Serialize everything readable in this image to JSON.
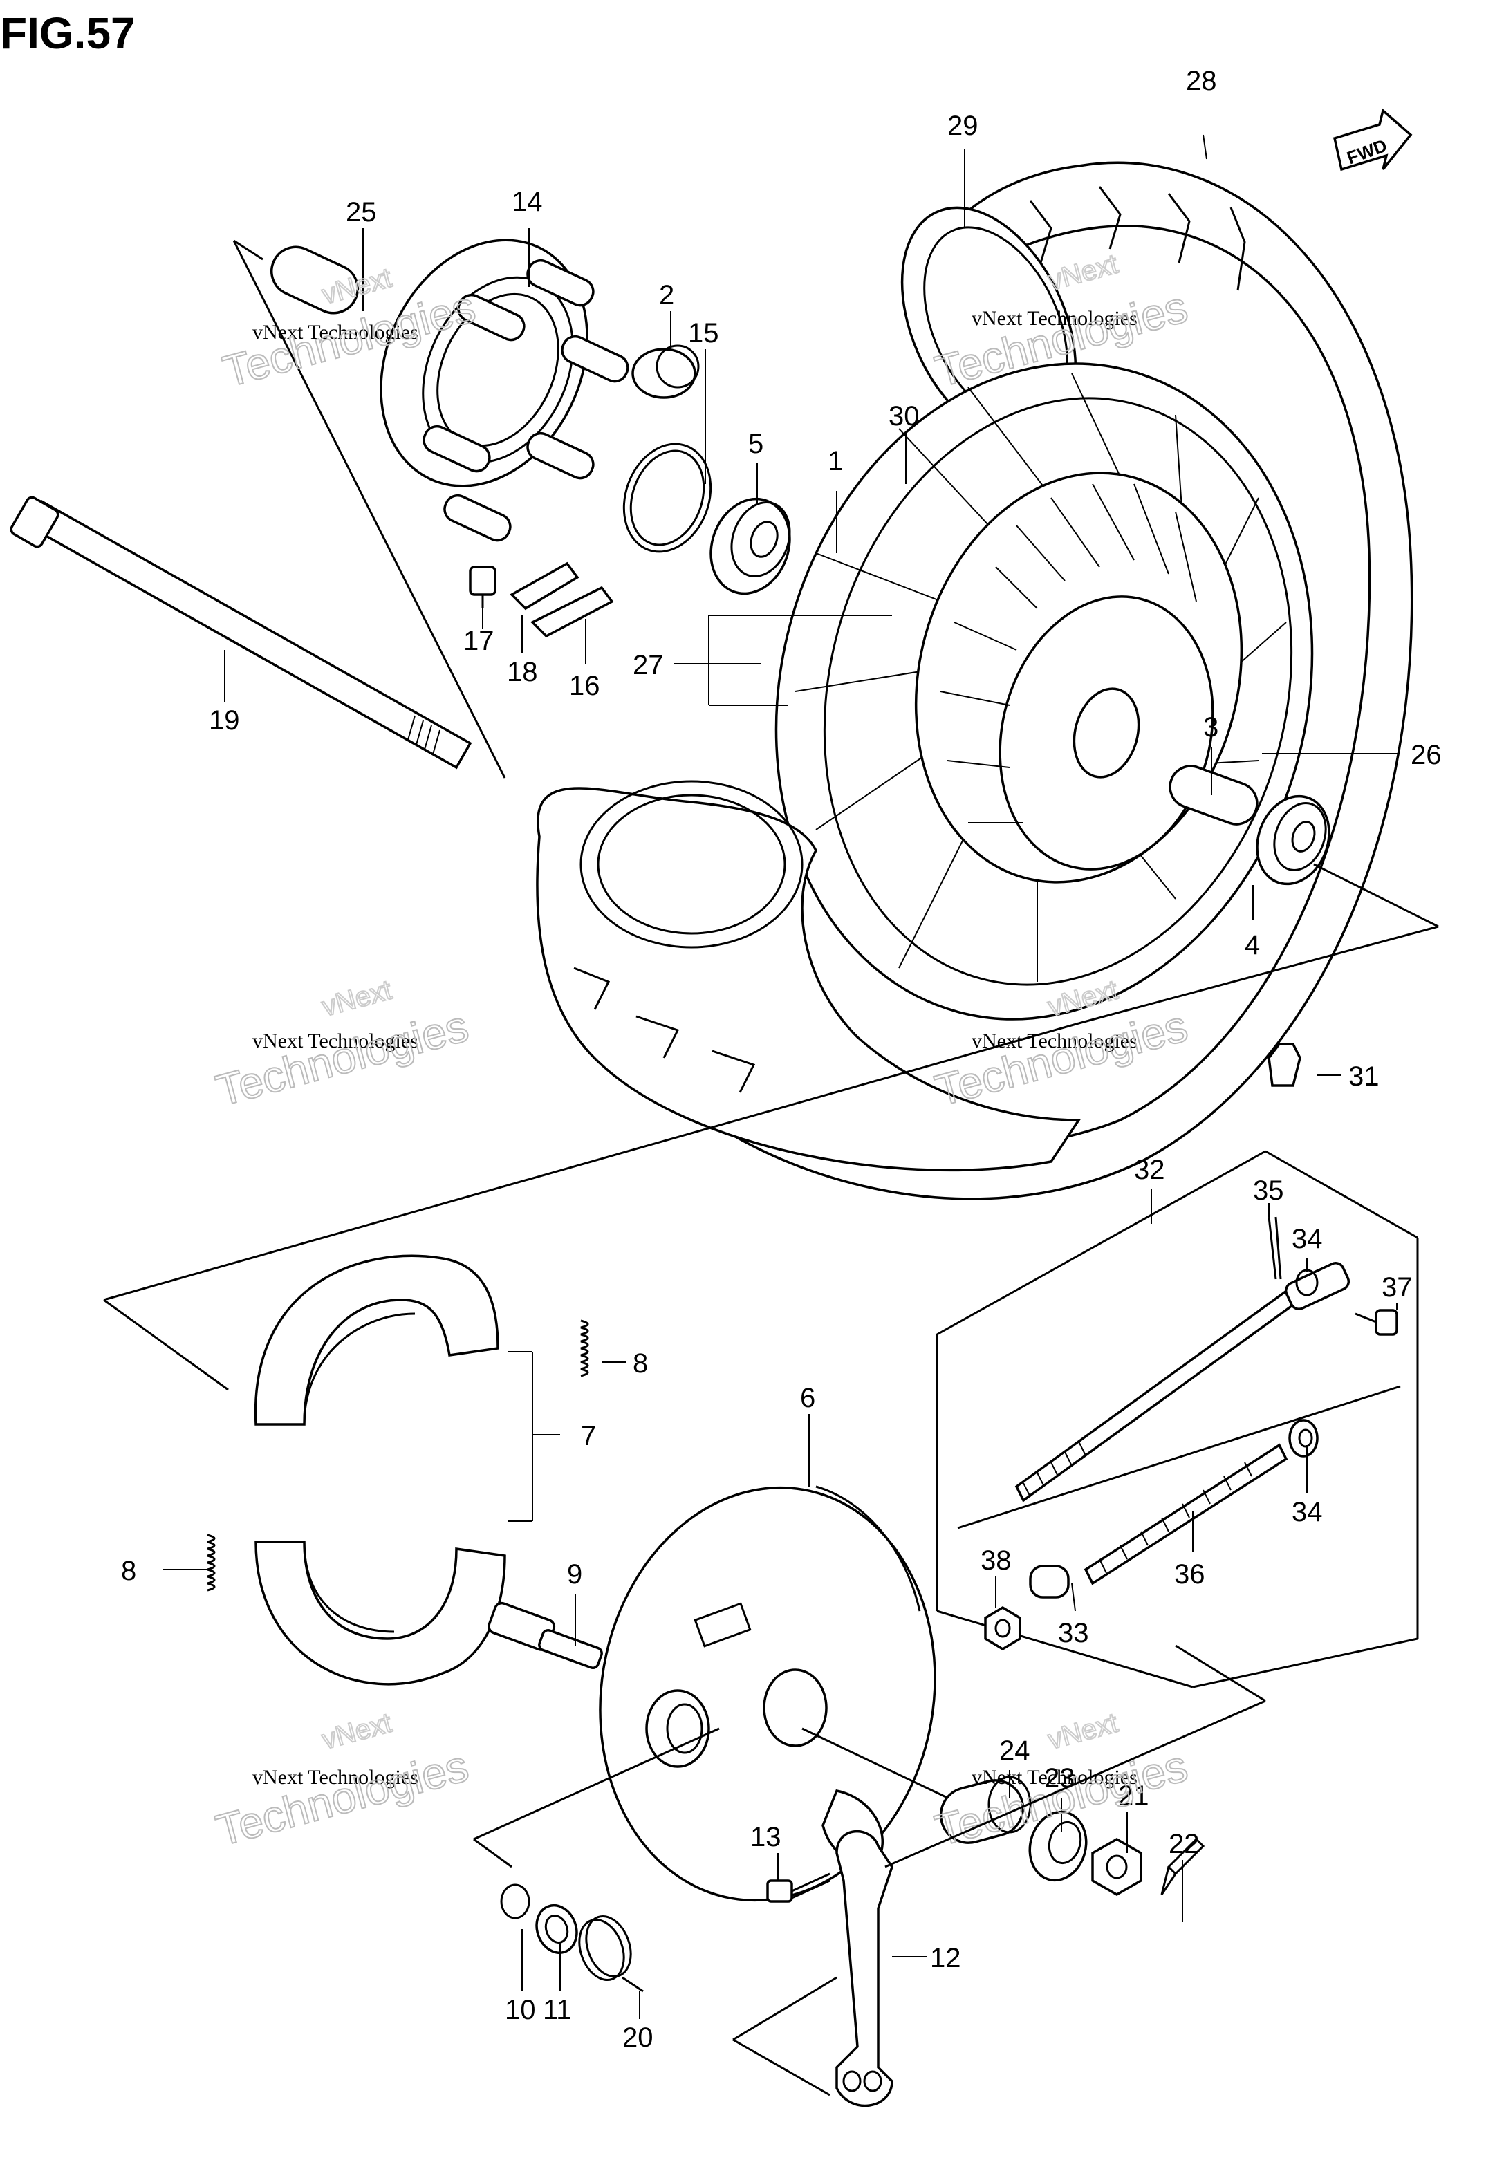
{
  "figure": {
    "title": "FIG.57"
  },
  "direction_badge": {
    "text": "FWD"
  },
  "watermark": {
    "line1": "vNext Technologies",
    "line2a": "vNext",
    "line2b": "Technologies"
  },
  "callouts": {
    "c1": "1",
    "c2": "2",
    "c3": "3",
    "c4": "4",
    "c5": "5",
    "c6": "6",
    "c7": "7",
    "c8a": "8",
    "c8b": "8",
    "c9": "9",
    "c10": "10",
    "c11": "11",
    "c12": "12",
    "c13": "13",
    "c14": "14",
    "c15": "15",
    "c16": "16",
    "c17": "17",
    "c18": "18",
    "c19": "19",
    "c20": "20",
    "c21": "21",
    "c22": "22",
    "c23": "23",
    "c24": "24",
    "c25": "25",
    "c26": "26",
    "c27": "27",
    "c28": "28",
    "c29": "29",
    "c30": "30",
    "c31": "31",
    "c32": "32",
    "c33": "33",
    "c34a": "34",
    "c34b": "34",
    "c35": "35",
    "c36": "36",
    "c37": "37",
    "c38": "38"
  },
  "colors": {
    "ink": "#000000",
    "background": "#ffffff",
    "watermark": "#bbbbbb"
  }
}
